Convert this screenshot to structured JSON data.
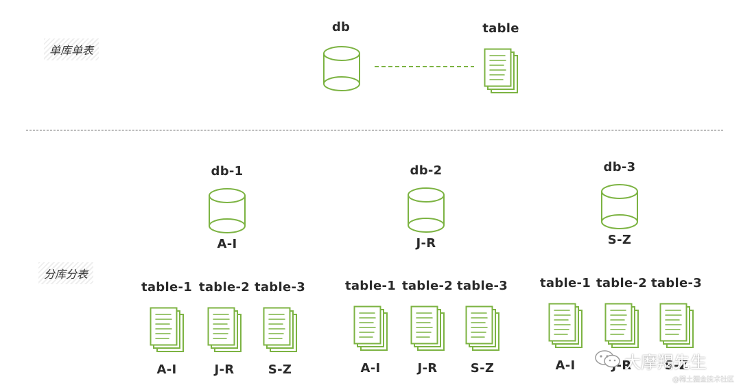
{
  "sections": {
    "single_label": "单库单表",
    "sharded_label": "分库分表"
  },
  "single": {
    "db_label": "db",
    "table_label": "table"
  },
  "databases": [
    {
      "name": "db-1",
      "range": "A-I",
      "tables": [
        {
          "name": "table-1",
          "range": "A-I"
        },
        {
          "name": "table-2",
          "range": "J-R"
        },
        {
          "name": "table-3",
          "range": "S-Z"
        }
      ]
    },
    {
      "name": "db-2",
      "range": "J-R",
      "tables": [
        {
          "name": "table-1",
          "range": "A-I"
        },
        {
          "name": "table-2",
          "range": "J-R"
        },
        {
          "name": "table-3",
          "range": "S-Z"
        }
      ]
    },
    {
      "name": "db-3",
      "range": "S-Z",
      "tables": [
        {
          "name": "table-1",
          "range": "A-I"
        },
        {
          "name": "table-2",
          "range": "J-R"
        },
        {
          "name": "table-3",
          "range": "S-Z"
        }
      ]
    }
  ],
  "watermark": {
    "primary": "大摩羯先生",
    "secondary": "@稀土掘金技术社区"
  },
  "colors": {
    "icon_stroke": "#7cb342",
    "icon_fill": "#ffffff",
    "text": "#2a2a2a",
    "divider": "#555555"
  },
  "icons": {
    "database": "cylinder-icon",
    "table": "document-stack-icon",
    "watermark": "wechat-icon"
  }
}
